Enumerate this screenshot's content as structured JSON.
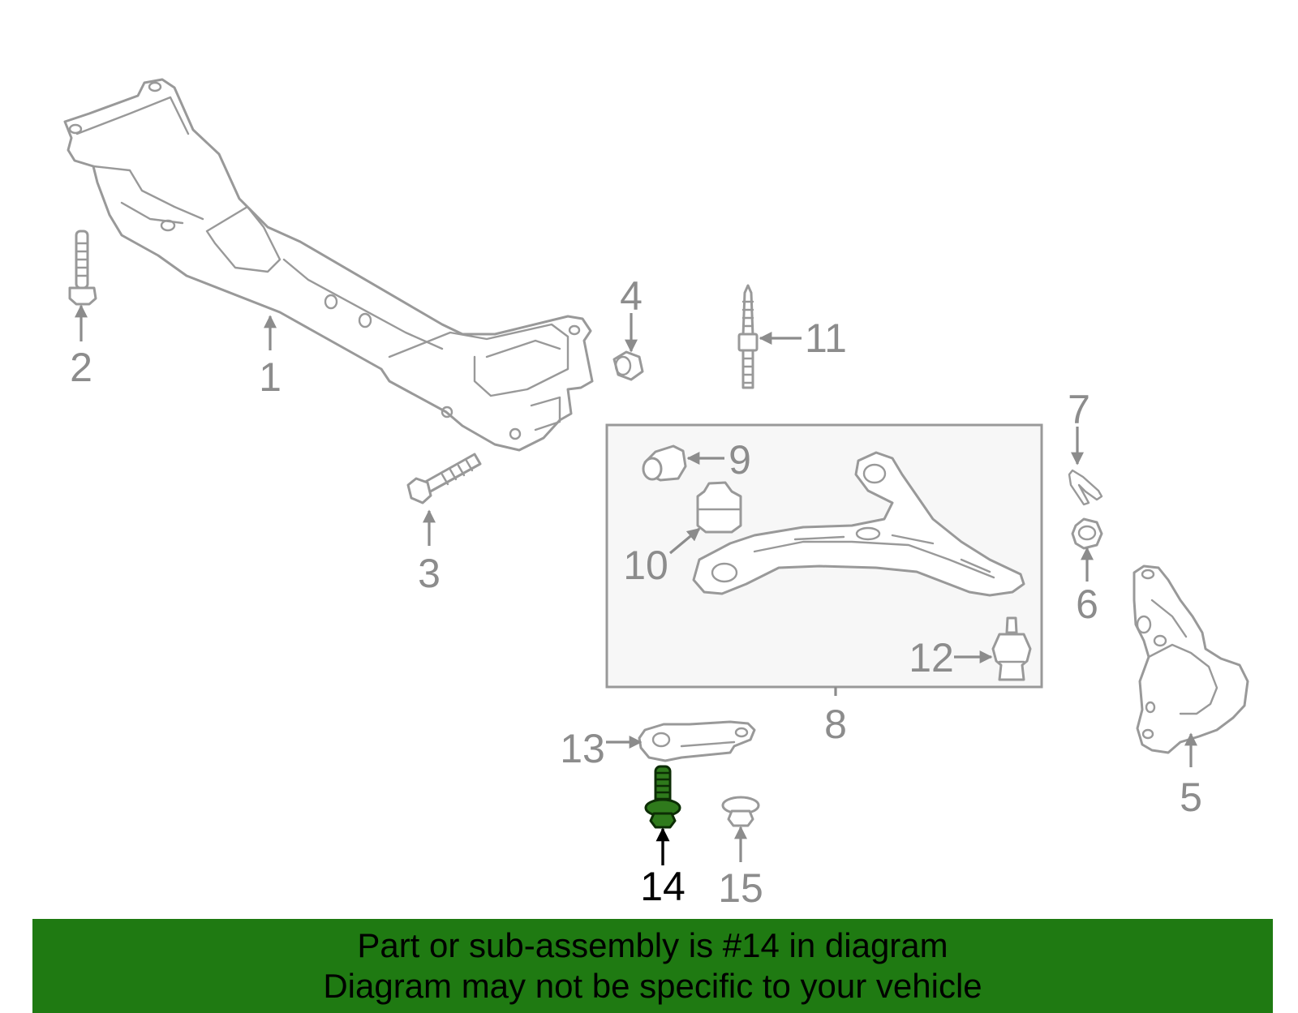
{
  "diagram": {
    "highlighted_part": "14",
    "parts": [
      {
        "number": "1"
      },
      {
        "number": "2"
      },
      {
        "number": "3"
      },
      {
        "number": "4"
      },
      {
        "number": "5"
      },
      {
        "number": "6"
      },
      {
        "number": "7"
      },
      {
        "number": "8"
      },
      {
        "number": "9"
      },
      {
        "number": "10"
      },
      {
        "number": "11"
      },
      {
        "number": "12"
      },
      {
        "number": "13"
      },
      {
        "number": "14"
      },
      {
        "number": "15"
      }
    ]
  },
  "banner": {
    "line1": "Part or sub-assembly is #14 in diagram",
    "line2": "Diagram may not be specific to your vehicle",
    "background": "#1f7a12"
  },
  "colors": {
    "line_art": "#999999",
    "highlight": "#2f7a1c",
    "callout_box_fill": "#f7f7f7"
  }
}
